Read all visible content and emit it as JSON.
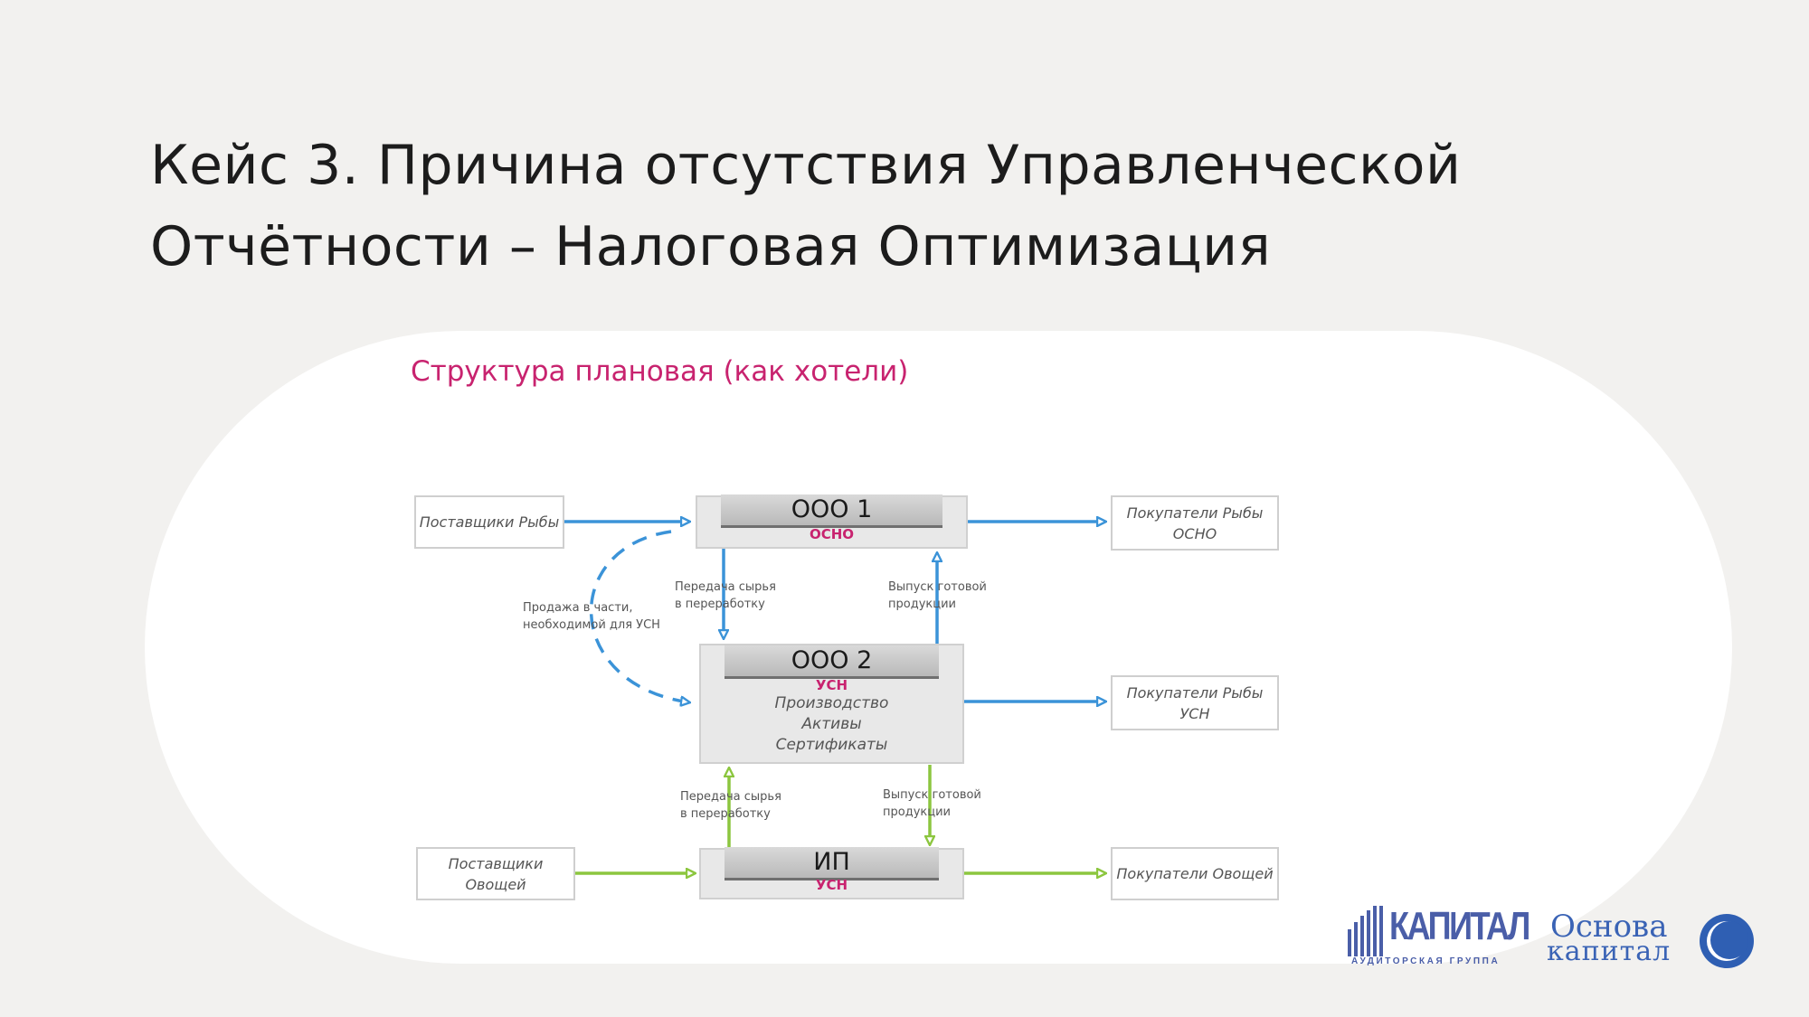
{
  "slide": {
    "title_line1": "Кейс 3. Причина отсутствия Управленческой",
    "title_line2": "Отчётности – Налоговая Оптимизация"
  },
  "diagram": {
    "title": "Структура плановая (как хотели)",
    "suppliers_fish": "Поставщики Рыбы",
    "suppliers_veg_l1": "Поставщики",
    "suppliers_veg_l2": "Овощей",
    "buyers_fish_osno_l1": "Покупатели Рыбы",
    "buyers_fish_osno_l2": "ОСНО",
    "buyers_fish_usn_l1": "Покупатели Рыбы",
    "buyers_fish_usn_l2": "УСН",
    "buyers_veg": "Покупатели Овощей",
    "ooo1": {
      "name": "ООО 1",
      "tax": "ОСНО"
    },
    "ooo2": {
      "name": "ООО 2",
      "tax": "УСН",
      "line1": "Производство",
      "line2": "Активы",
      "line3": "Сертификаты"
    },
    "ip": {
      "name": "ИП",
      "tax": "УСН"
    },
    "label_sale_l1": "Продажа в части,",
    "label_sale_l2": "необходимой для УСН",
    "label_transfer_top_l1": "Передача сырья",
    "label_transfer_top_l2": "в переработку",
    "label_release_top_l1": "Выпуск готовой",
    "label_release_top_l2": "продукции",
    "label_transfer_bottom_l1": "Передача сырья",
    "label_transfer_bottom_l2": "в переработку",
    "label_release_bottom_l1": "Выпуск готовой",
    "label_release_bottom_l2": "продукции"
  },
  "colors": {
    "blue_flow": "#3b93d8",
    "green_flow": "#8cc63f",
    "accent": "#c8236f"
  },
  "logos": {
    "kapital_word": "КАПИТАЛ",
    "kapital_sub": "АУДИТОРСКАЯ ГРУППА",
    "osnova_l1": "Основа",
    "osnova_l2": "капитал"
  }
}
